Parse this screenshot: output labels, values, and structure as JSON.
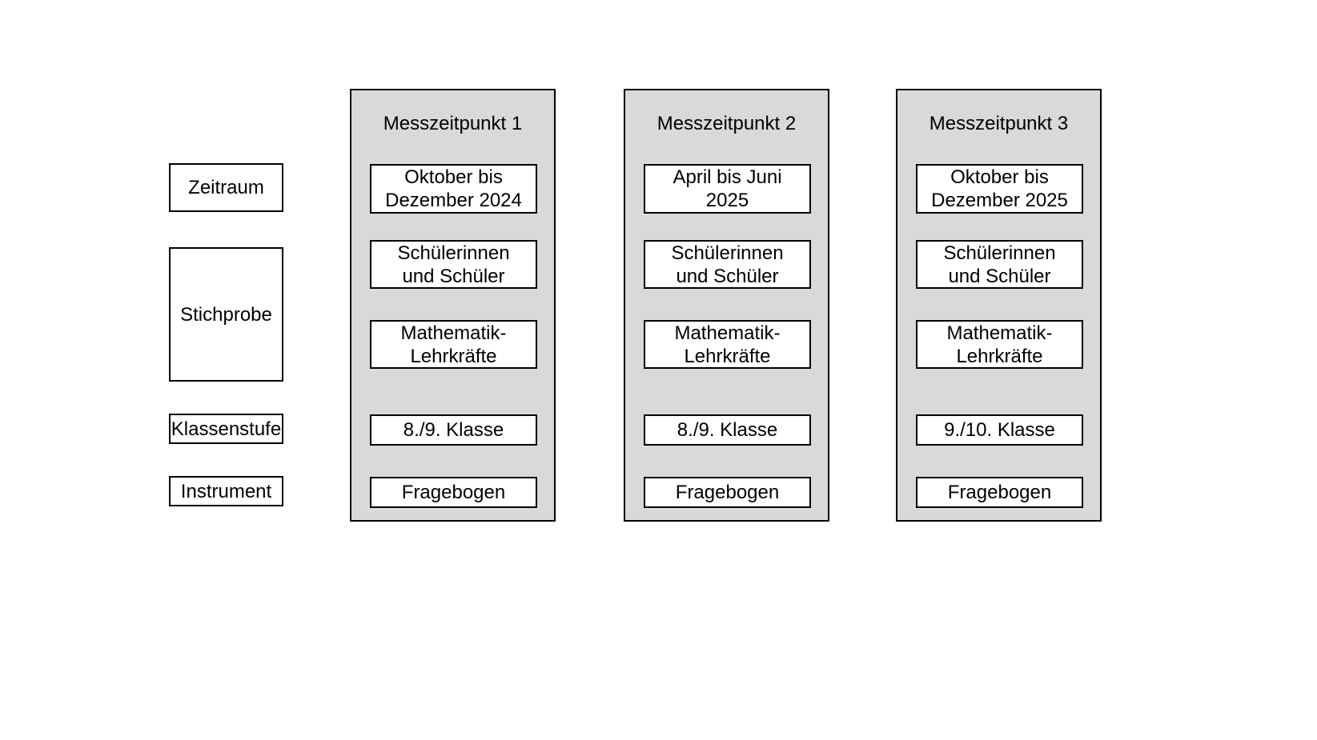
{
  "colors": {
    "background": "#ffffff",
    "column_fill": "#d9d9d9",
    "box_fill": "#ffffff",
    "border": "#000000",
    "text": "#000000"
  },
  "row_labels": [
    {
      "label": "Zeitraum"
    },
    {
      "label": "Stichprobe"
    },
    {
      "label": "Klassenstufe"
    },
    {
      "label": "Instrument"
    }
  ],
  "columns": [
    {
      "title": "Messzeitpunkt 1",
      "zeitraum": "Oktober bis\nDezember 2024",
      "stichprobe_gruppe_1": "Schülerinnen\nund Schüler",
      "stichprobe_gruppe_2": "Mathematik-\nLehrkräfte",
      "klassenstufe": "8./9. Klasse",
      "instrument": "Fragebogen"
    },
    {
      "title": "Messzeitpunkt 2",
      "zeitraum": "April bis Juni\n2025",
      "stichprobe_gruppe_1": "Schülerinnen\nund Schüler",
      "stichprobe_gruppe_2": "Mathematik-\nLehrkräfte",
      "klassenstufe": "8./9. Klasse",
      "instrument": "Fragebogen"
    },
    {
      "title": "Messzeitpunkt 3",
      "zeitraum": "Oktober bis\nDezember 2025",
      "stichprobe_gruppe_1": "Schülerinnen\nund Schüler",
      "stichprobe_gruppe_2": "Mathematik-\nLehrkräfte",
      "klassenstufe": "9./10. Klasse",
      "instrument": "Fragebogen"
    }
  ]
}
